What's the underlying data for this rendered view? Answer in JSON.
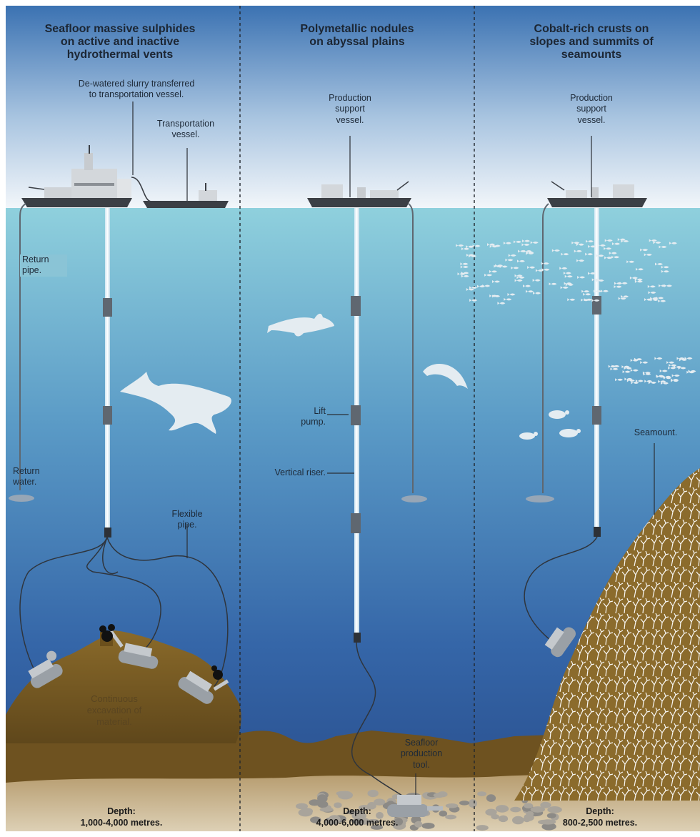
{
  "columns": [
    {
      "title_lines": [
        "Seafloor massive sulphides",
        "on active and inactive",
        "hydrothermal vents"
      ],
      "depth_label": "Depth:",
      "depth_value": "1,000-4,000 metres."
    },
    {
      "title_lines": [
        "Polymetallic nodules",
        "on abyssal plains"
      ],
      "depth_label": "Depth:",
      "depth_value": "4,000-6,000 metres."
    },
    {
      "title_lines": [
        "Cobalt-rich crusts on",
        "slopes and summits of",
        "seamounts"
      ],
      "depth_label": "Depth:",
      "depth_value": "800-2,500 metres."
    }
  ],
  "labels": {
    "dewatered_slurry": [
      "De-watered slurry transferred",
      "to transportation vessel."
    ],
    "transportation_vessel": [
      "Transportation",
      "vessel."
    ],
    "production_support_1": [
      "Production",
      "support",
      "vessel."
    ],
    "production_support_2": [
      "Production",
      "support",
      "vessel."
    ],
    "return_pipe": [
      "Return",
      "pipe."
    ],
    "return_water": [
      "Return",
      "water."
    ],
    "flexible_pipe": [
      "Flexible",
      "pipe."
    ],
    "continuous_excavation": [
      "Continuous",
      "excavation of",
      "material."
    ],
    "lift_pump": [
      "Lift",
      "pump."
    ],
    "vertical_riser": "Vertical riser.",
    "seafloor_production_tool": [
      "Seafloor",
      "production",
      "tool."
    ],
    "seamount": "Seamount."
  },
  "colors": {
    "sky_top": "#3a73b3",
    "sky_bottom": "#eef3f8",
    "water_top": "#8ccbd9",
    "water_bottom": "#2a4f8f",
    "sediment": "#7a5a22",
    "sand": "#c9b48e",
    "coral": "#ffffff",
    "animals": "#e4ecf1",
    "ship": "#3c4046"
  }
}
